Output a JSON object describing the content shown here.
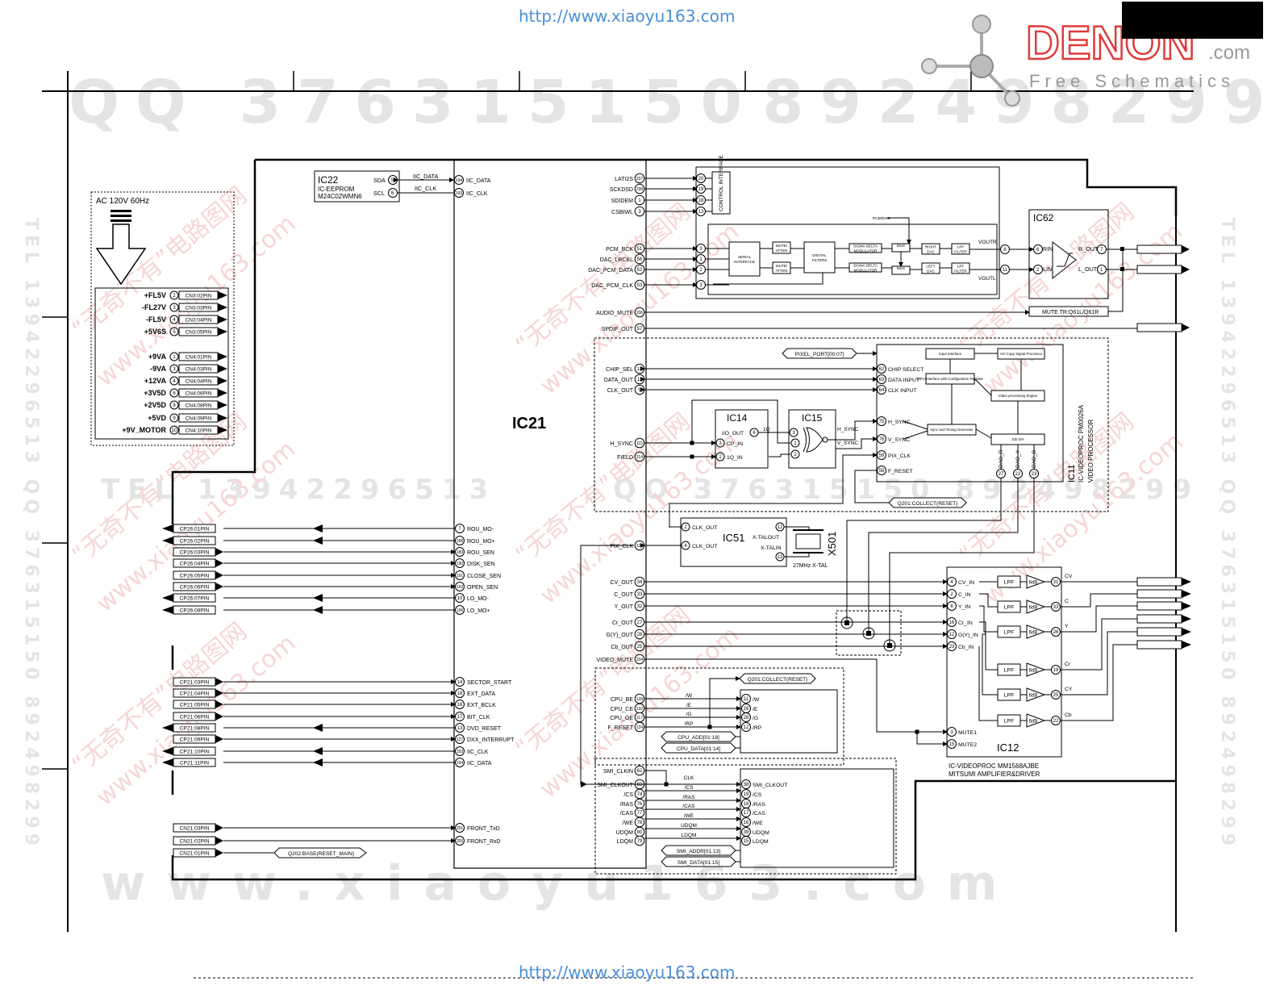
{
  "header": {
    "url_top": "http://www.xiaoyu163.com",
    "url_bottom": "http://www.xiaoyu163.com",
    "logo": "DENON",
    "logo_suffix": ".com",
    "logo_tagline": "Free Schematics",
    "brand_color": "#e03a3a"
  },
  "watermarks": {
    "qq_top": "QQ 376315150",
    "qq_top2": "892498299",
    "tel_mid": "TEL 13942296513",
    "qq_mid": "QQ 376315150 892498299",
    "www_bottom": "www.xiaoyu163.com",
    "side_left": "TEL 13942296513  QQ 376315150  892498299",
    "side_right": "TEL 13942296513  QQ 376315150  892498299",
    "cn_1": "“无奇不有”电路图网",
    "cn_2": "www.xiaoyu163.com"
  },
  "power": {
    "title": "AC 120V 60Hz",
    "rails": [
      {
        "label": "+FL5V",
        "pin": "2",
        "conn": "CN3:02PIN"
      },
      {
        "label": "-FL27V",
        "pin": "3",
        "conn": "CN3:03PIN"
      },
      {
        "label": "-FL5V",
        "pin": "4",
        "conn": "CN3:04PIN"
      },
      {
        "label": "+5V6S",
        "pin": "5",
        "conn": "CN3:05PIN"
      },
      {
        "label": "+9VA",
        "pin": "1",
        "conn": "CN4:01PIN"
      },
      {
        "label": "-9VA",
        "pin": "3",
        "conn": "CN4:03PIN"
      },
      {
        "label": "+12VA",
        "pin": "4",
        "conn": "CN4:04PIN"
      },
      {
        "label": "+3V5D",
        "pin": "6",
        "conn": "CN4:06PIN"
      },
      {
        "label": "+2V5D",
        "pin": "8",
        "conn": "CN4:08PIN"
      },
      {
        "label": "+5VD",
        "pin": "9",
        "conn": "CN4:09PIN"
      },
      {
        "label": "+9V_MOTOR",
        "pin": "10",
        "conn": "CN4:10PIN"
      }
    ]
  },
  "ic22": {
    "name": "IC22",
    "desc1": "IC-EEPROM",
    "desc2": "M24C02WMN6",
    "pins": [
      {
        "label": "SDA",
        "num": "5"
      },
      {
        "label": "SCL",
        "num": "6"
      }
    ],
    "nets": [
      "IIC_DATA",
      "IIC_CLK"
    ]
  },
  "ic21": {
    "name": "IC21",
    "top_pins": [
      {
        "num": "194",
        "label": "IIC_DATA"
      },
      {
        "num": "193",
        "label": "IIC_CLK"
      }
    ],
    "audio_pins": [
      {
        "label": "LATI2S",
        "num": "207"
      },
      {
        "label": "SCKDSD",
        "num": "208"
      },
      {
        "label": "SDIDEM",
        "num": "1"
      },
      {
        "label": "CSBIWL",
        "num": "3"
      },
      {
        "label": "PCM_BCK",
        "num": "51"
      },
      {
        "label": "DAC_LRCKL",
        "num": "56"
      },
      {
        "label": "DAC_PCM_DATA",
        "num": "52"
      },
      {
        "label": "DAC_PCM_CLK",
        "num": "53"
      },
      {
        "label": "AUDIO_MUTE",
        "num": "206"
      },
      {
        "label": "SPDIF_OUT",
        "num": "57"
      }
    ],
    "video_pins": [
      {
        "label": "CHIP_SEL",
        "num": "12"
      },
      {
        "label": "DATA_OUT",
        "num": "11"
      },
      {
        "label": "CLK_OUT",
        "num": "9"
      },
      {
        "label": "H_SYNC",
        "num": "115"
      },
      {
        "label": "FIELD",
        "num": "114"
      },
      {
        "label": "PIX_CLK",
        "num": "120"
      }
    ],
    "vout_pins": [
      {
        "label": "CV_OUT",
        "num": "34"
      },
      {
        "label": "C_OUT",
        "num": "33"
      },
      {
        "label": "Y_OUT",
        "num": "32"
      },
      {
        "label": "Cr_OUT",
        "num": "27"
      },
      {
        "label": "G(Y)_OUT",
        "num": "28"
      },
      {
        "label": "Cb_OUT",
        "num": "25"
      },
      {
        "label": "VIDEO_MUTE",
        "num": "204"
      }
    ],
    "cpu_pins": [
      {
        "label": "CPU_BE",
        "num": "128"
      },
      {
        "label": "CPU_CE",
        "num": "132"
      },
      {
        "label": "CPU_OE",
        "num": "117"
      },
      {
        "label": "F_RESET",
        "num": "124"
      }
    ],
    "mem_pins": [
      {
        "label": "SMI_CLKIN",
        "num": "62"
      },
      {
        "label": "SMI_CLKOUT",
        "num": "63"
      },
      {
        "label": "/CS",
        "num": "74"
      },
      {
        "label": "/RAS",
        "num": "76"
      },
      {
        "label": "/CAS",
        "num": "77"
      },
      {
        "label": "/WE",
        "num": "78"
      },
      {
        "label": "UDQM",
        "num": "80"
      },
      {
        "label": "LDQM",
        "num": "79"
      }
    ],
    "left_pins_a": [
      {
        "num": "7",
        "label": "ROU_MO-"
      },
      {
        "num": "188",
        "label": "ROU_MO+"
      },
      {
        "num": "189",
        "label": "ROU_SEN"
      },
      {
        "num": "190",
        "label": "DISK_SEN"
      },
      {
        "num": "191",
        "label": "CLOSE_SEN"
      },
      {
        "num": "192",
        "label": "OPEN_SEN"
      },
      {
        "num": "10",
        "label": "LO_MO-"
      },
      {
        "num": "196",
        "label": "LO_MO+"
      }
    ],
    "left_pins_b": [
      {
        "num": "14",
        "label": "SECTOR_START"
      },
      {
        "num": "18",
        "label": "EXT_DATA"
      },
      {
        "num": "16",
        "label": "EXT_BCLK"
      },
      {
        "num": "17",
        "label": "BIT_CLK"
      },
      {
        "num": "13",
        "label": "DVD_RESET"
      },
      {
        "num": "127",
        "label": "DXX_INTERRUPT"
      },
      {
        "num": "193",
        "label": "IIC_CLK"
      },
      {
        "num": "194",
        "label": "IIC_DATA"
      }
    ],
    "left_pins_c": [
      {
        "num": "201",
        "label": "FRONT_TxD"
      },
      {
        "num": "205",
        "label": "FRONT_RxD"
      }
    ]
  },
  "cp26": [
    "CP26:01PIN",
    "CP26:02PIN",
    "CP26:03PIN",
    "CP26:04PIN",
    "CP26:05PIN",
    "CP26:06PIN",
    "CP26:07PIN",
    "CP26:08PIN"
  ],
  "cp21": [
    "CP21:03PIN",
    "CP21:04PIN",
    "CP21:05PIN",
    "CP21:06PIN",
    "CP21:08PIN",
    "CP21:09PIN",
    "CP21:10PIN",
    "CP21:11PIN"
  ],
  "cn21": [
    "CN21:03PIN",
    "CN21:02PIN",
    "CN21:01PIN"
  ],
  "q202": "Q202:BASE(RESET_MAIN)",
  "dac": {
    "ctrl": "CONTROL INTERFACE",
    "ctrl_pins": [
      "20",
      "19",
      "18",
      "13"
    ],
    "in_pins": [
      "3",
      "1",
      "2",
      "3"
    ],
    "blocks": [
      "SERIAL INTERFACE",
      "MUTE/ ATTEN",
      "MUTE/ ATTEN",
      "DIGITAL FILTERS",
      "SIGMA DELTA MODULATOR",
      "SIGMA DELTA MODULATOR",
      "MUX",
      "MUX",
      "RIGHT DAC",
      "LEFT DAC",
      "LPF FILTER",
      "LPF FILTER"
    ],
    "pcm_dsd": "PCM/DSD",
    "outs": [
      {
        "label": "VOUTR",
        "num": "8"
      },
      {
        "label": "VOUTL",
        "num": "11"
      }
    ]
  },
  "ic62": {
    "name": "IC62",
    "pins_in": [
      {
        "num": "6",
        "label": "RIN"
      },
      {
        "num": "2",
        "label": "LIN"
      }
    ],
    "pins_out": [
      {
        "num": "7",
        "label": "R_OUT"
      },
      {
        "num": "1",
        "label": "L_OUT"
      }
    ],
    "mute": "MUTE TR:Q61L/Q61R"
  },
  "ic11": {
    "name": "IC11",
    "desc1": "IC-VIDEOPROC PM0026A",
    "desc2": "VIDEO PROCESSOR",
    "pixel_port": "PIXEL_PORT[00:07]",
    "pins": [
      {
        "num": "62",
        "label": "CHIP SELECT"
      },
      {
        "num": "63",
        "label": "DATA INPUT"
      },
      {
        "num": "64",
        "label": "CLK INPUT"
      },
      {
        "num": "75",
        "label": "H_SYNC"
      },
      {
        "num": "76",
        "label": "V_SYNC"
      },
      {
        "num": "59",
        "label": "PIX_CLK"
      },
      {
        "num": "58",
        "label": "F_RESET"
      }
    ],
    "blocks": [
      "Input Interface",
      "AVI Copy Signal Processor",
      "MPU Interface with Configuration Register",
      "Video processing Engine",
      "Sync and Timing Generator",
      "10b D/A"
    ],
    "dac_outs": [
      {
        "label": "DAO_R",
        "num": "27"
      },
      {
        "label": "DAO_Y",
        "num": "22"
      },
      {
        "label": "DAO_B",
        "num": "23"
      }
    ],
    "q201": "Q201:COLLECT(RESET)"
  },
  "ic14": {
    "name": "IC14",
    "pins": [
      {
        "num": "6",
        "label": "I/O_OUT"
      },
      {
        "num": "3",
        "label": "CP_IN"
      },
      {
        "num": "2",
        "label": "1Q_IN"
      }
    ],
    "out": "1Q"
  },
  "ic15": {
    "name": "IC15",
    "pins": [
      "3",
      "1",
      "2"
    ],
    "outs": [
      "H_SYNC",
      "V_SYNC"
    ]
  },
  "ic51": {
    "name": "IC51",
    "pins": [
      {
        "num": "2",
        "label": "CLK_OUT"
      },
      {
        "num": "4",
        "label": "CLK_OUT"
      },
      {
        "num": "12",
        "label": "X-TALOUT"
      },
      {
        "num": "13",
        "label": "X-TALIN"
      }
    ]
  },
  "x501": {
    "name": "X501",
    "desc": "27MHz X-TAL"
  },
  "ic12": {
    "name": "IC12",
    "desc1": "IC-VIDEOPROC MM1568AJBE",
    "desc2": "MITSUMI AMPLIFIER&DRIVER",
    "in_pins": [
      {
        "num": "4",
        "label": "CV_IN"
      },
      {
        "num": "2",
        "label": "C_IN"
      },
      {
        "num": "6",
        "label": "Y_IN"
      },
      {
        "num": "16",
        "label": "Cr_IN"
      },
      {
        "num": "12",
        "label": "G(Y)_IN"
      },
      {
        "num": "23",
        "label": "Cb_IN"
      },
      {
        "num": "3",
        "label": "MUTE1"
      },
      {
        "num": "15",
        "label": "MUTE2"
      }
    ],
    "outs": [
      {
        "num": "31",
        "label": "CV"
      },
      {
        "num": "33",
        "label": "C"
      },
      {
        "num": "26",
        "label": "Y"
      },
      {
        "num": "19",
        "label": "Cr"
      },
      {
        "num": "25",
        "label": "CY"
      },
      {
        "num": "22",
        "label": "Cb"
      }
    ],
    "lpf": "LPF",
    "gain": "6dB"
  },
  "cpu_bus": {
    "signals": [
      "/W",
      "/E",
      "/G",
      "/RP"
    ],
    "pins": [
      {
        "num": "11",
        "label": "/W"
      },
      {
        "num": "26",
        "label": "/E"
      },
      {
        "num": "28",
        "label": "/G"
      },
      {
        "num": "12",
        "label": "/RP"
      }
    ],
    "q201": "Q201:COLLECT(RESET)",
    "addr": "CPU_ADD[01:18]",
    "data": "CPU_DATA[01:14]"
  },
  "mem_bus": {
    "signals": [
      "CLK",
      "/CS",
      "/RAS",
      "/CAS",
      "/WE",
      "UDQM",
      "LDQM"
    ],
    "pins": [
      {
        "num": "38",
        "label": "SMI_CLKOUT"
      },
      {
        "num": "19",
        "label": "/CS"
      },
      {
        "num": "18",
        "label": "/RAS"
      },
      {
        "num": "17",
        "label": "/CAS"
      },
      {
        "num": "16",
        "label": "/WE"
      },
      {
        "num": "39",
        "label": "UDQM"
      },
      {
        "num": "15",
        "label": "LDQM"
      }
    ],
    "addr": "SMI_ADDR[01:13]",
    "data": "SMI_DATA[01:15]"
  }
}
